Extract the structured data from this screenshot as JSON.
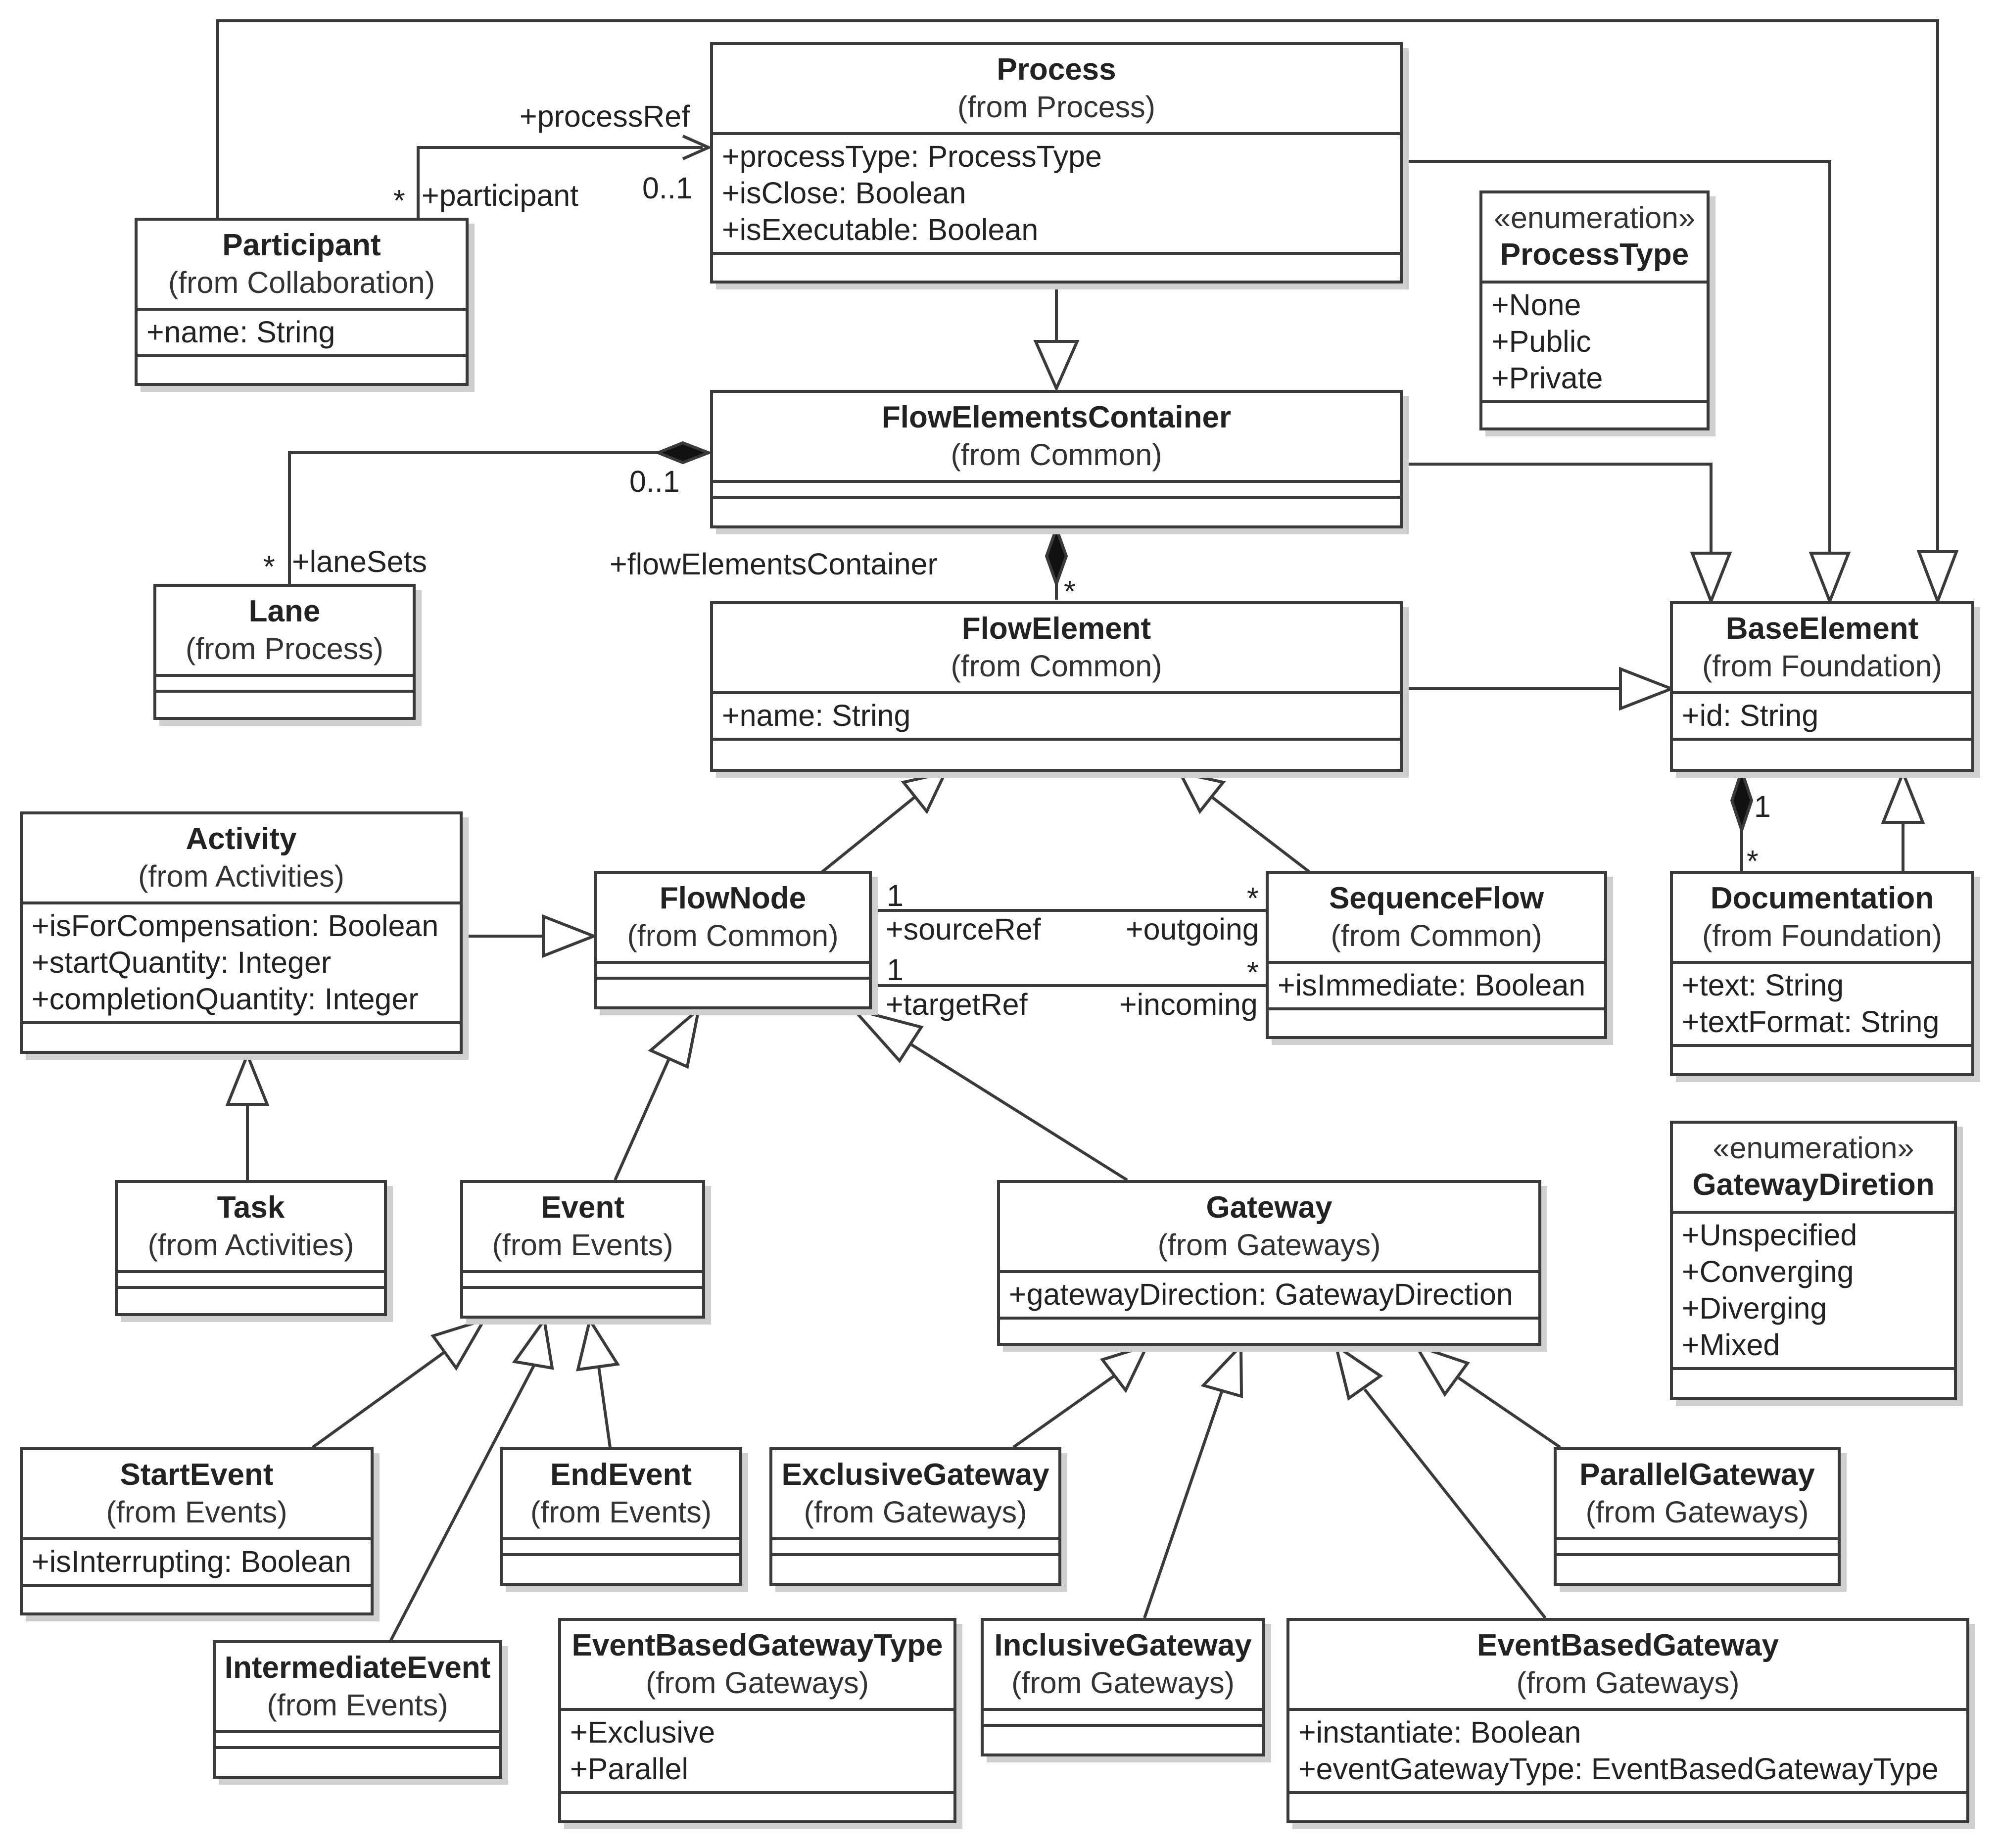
{
  "classes": {
    "process": {
      "name": "Process",
      "from": "(from Process)",
      "attributes": [
        "+processType: ProcessType",
        "+isClose: Boolean",
        "+isExecutable: Boolean"
      ]
    },
    "participant": {
      "name": "Participant",
      "from": "(from Collaboration)",
      "attributes": [
        "+name: String"
      ]
    },
    "process_type": {
      "stereotype": "«enumeration»",
      "name": "ProcessType",
      "attributes": [
        "+None",
        "+Public",
        "+Private"
      ]
    },
    "flow_elements_container": {
      "name": "FlowElementsContainer",
      "from": "(from Common)",
      "attributes": []
    },
    "lane": {
      "name": "Lane",
      "from": "(from Process)",
      "attributes": []
    },
    "flow_element": {
      "name": "FlowElement",
      "from": "(from Common)",
      "attributes": [
        "+name: String"
      ]
    },
    "base_element": {
      "name": "BaseElement",
      "from": "(from Foundation)",
      "attributes": [
        "+id: String"
      ]
    },
    "activity": {
      "name": "Activity",
      "from": "(from Activities)",
      "attributes": [
        "+isForCompensation: Boolean",
        "+startQuantity: Integer",
        "+completionQuantity: Integer"
      ]
    },
    "flow_node": {
      "name": "FlowNode",
      "from": "(from Common)",
      "attributes": []
    },
    "sequence_flow": {
      "name": "SequenceFlow",
      "from": "(from Common)",
      "attributes": [
        "+isImmediate: Boolean"
      ]
    },
    "documentation": {
      "name": "Documentation",
      "from": "(from Foundation)",
      "attributes": [
        "+text: String",
        "+textFormat: String"
      ]
    },
    "task": {
      "name": "Task",
      "from": "(from Activities)",
      "attributes": []
    },
    "event": {
      "name": "Event",
      "from": "(from Events)",
      "attributes": []
    },
    "gateway": {
      "name": "Gateway",
      "from": "(from Gateways)",
      "attributes": [
        "+gatewayDirection: GatewayDirection"
      ]
    },
    "gateway_direction": {
      "stereotype": "«enumeration»",
      "name": "GatewayDiretion",
      "attributes": [
        "+Unspecified",
        "+Converging",
        "+Diverging",
        "+Mixed"
      ]
    },
    "start_event": {
      "name": "StartEvent",
      "from": "(from Events)",
      "attributes": [
        "+isInterrupting: Boolean"
      ]
    },
    "end_event": {
      "name": "EndEvent",
      "from": "(from Events)",
      "attributes": []
    },
    "exclusive_gateway": {
      "name": "ExclusiveGateway",
      "from": "(from Gateways)",
      "attributes": []
    },
    "parallel_gateway": {
      "name": "ParallelGateway",
      "from": "(from Gateways)",
      "attributes": []
    },
    "intermediate_event": {
      "name": "IntermediateEvent",
      "from": "(from Events)",
      "attributes": []
    },
    "event_based_gateway_type": {
      "name": "EventBasedGatewayType",
      "from": "(from Gateways)",
      "attributes": [
        "+Exclusive",
        "+Parallel"
      ]
    },
    "inclusive_gateway": {
      "name": "InclusiveGateway",
      "from": "(from Gateways)",
      "attributes": []
    },
    "event_based_gateway": {
      "name": "EventBasedGateway",
      "from": "(from Gateways)",
      "attributes": [
        "+instantiate: Boolean",
        "+eventGatewayType: EventBasedGatewayType"
      ]
    }
  },
  "labels": {
    "process_ref": "+processRef",
    "participant_role": "+participant",
    "participant_mult": "*",
    "process_mult": "0..1",
    "container_mult": "0..1",
    "lane_sets": "+laneSets",
    "lane_mult": "*",
    "flow_elements_container_role": "+flowElementsContainer",
    "flow_element_mult": "*",
    "doc_owner_mult": "1",
    "doc_mult": "*",
    "source_mult": "1",
    "source_ref": "+sourceRef",
    "outgoing_mult": "*",
    "outgoing": "+outgoing",
    "target_mult": "1",
    "target_ref": "+targetRef",
    "incoming_mult": "*",
    "incoming": "+incoming"
  }
}
